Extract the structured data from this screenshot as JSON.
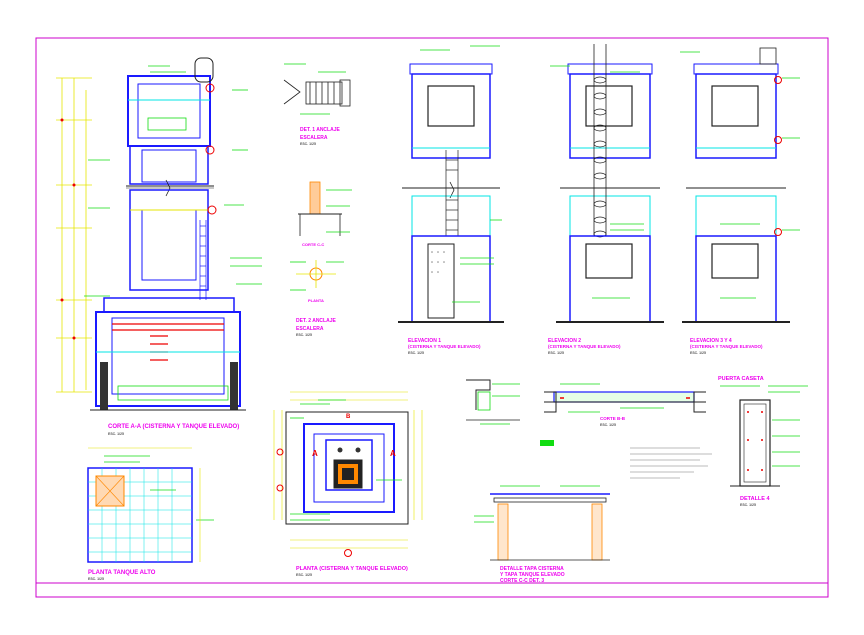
{
  "drawing": {
    "title_corte": "CORTE A-A (CISTERNA Y TANQUE ELEVADO)",
    "title_planta_tanque": "PLANTA TANQUE ALTO",
    "title_planta": "PLANTA (CISTERNA Y TANQUE ELEVADO)",
    "title_det1_l1": "DET. 1 ANCLAJE",
    "title_det1_l2": "ESCALERA",
    "title_det2_l1": "DET. 2 ANCLAJE",
    "title_det2_l2": "ESCALERA",
    "label_planta_small": "PLANTA",
    "label_corte_small": "CORTE C-C",
    "title_elev1_l1": "ELEVACION 1",
    "title_elev1_l2": "(CISTERNA Y TANQUE ELEVADO)",
    "title_elev2_l1": "ELEVACION 2",
    "title_elev2_l2": "(CISTERNA Y TANQUE ELEVADO)",
    "title_elev34_l1": "ELEVACION 3 Y 4",
    "title_elev34_l2": "(CISTERNA Y TANQUE ELEVADO)",
    "title_corte_bb": "CORTE B-B",
    "title_puerta": "PUERTA CASETA",
    "title_detalle4": "DETALLE 4",
    "title_tapa_l1": "DETALLE TAPA CISTERNA",
    "title_tapa_l2": "Y TAPA TANQUE ELEVADO",
    "title_tapa_l3": "CORTE C-C  DET. 3",
    "scale": "ESC. 1/25"
  },
  "colors": {
    "border": "#cc00cc",
    "struct": "#1a1aff",
    "cyan": "#00e5e5",
    "green": "#11dd11",
    "yellow": "#e6e600",
    "red": "#ee0000",
    "orange": "#ff8800",
    "magenta": "#ee00ee",
    "dark": "#222222",
    "ground": "#111111"
  }
}
